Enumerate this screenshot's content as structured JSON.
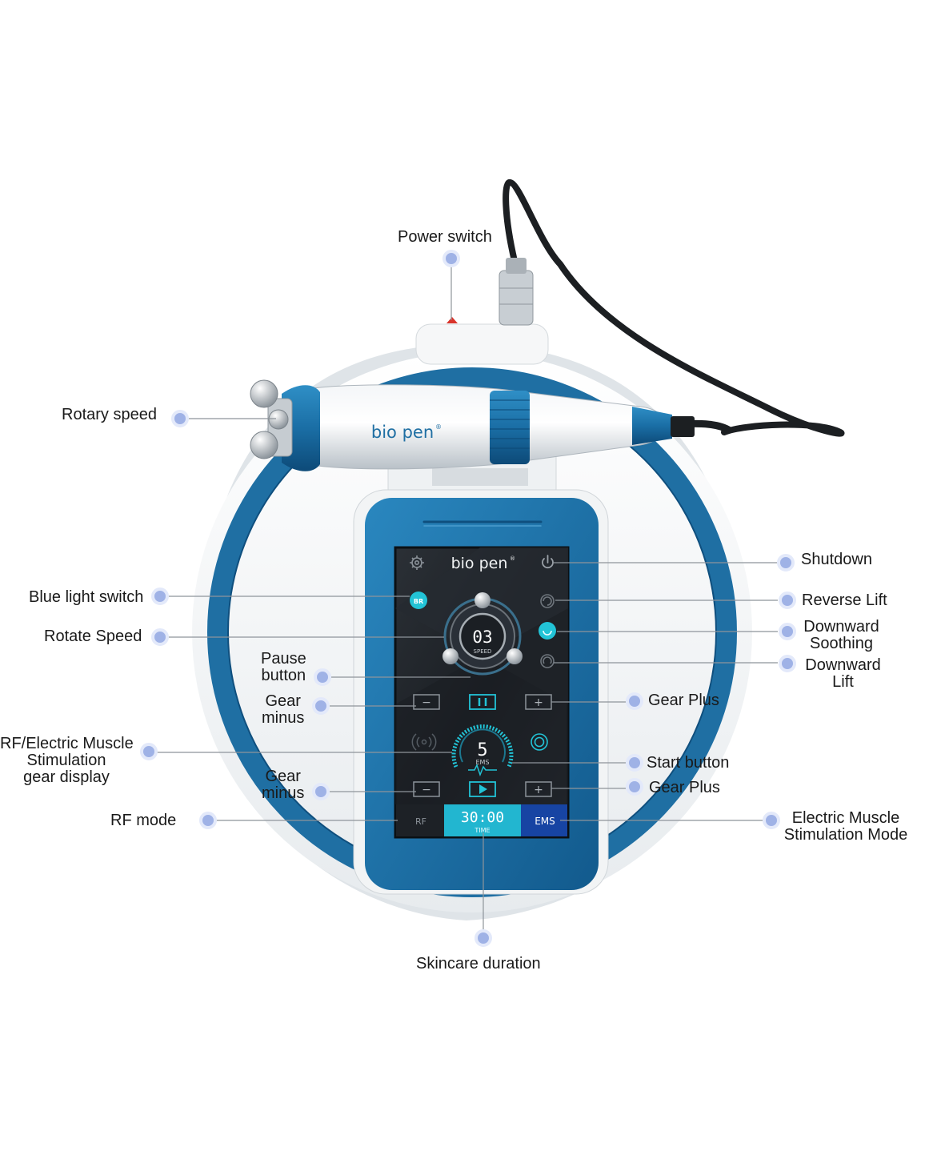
{
  "brand": {
    "handpiece_logo": "bio pen",
    "screen_logo": "bio pen",
    "trademark": "®"
  },
  "screen": {
    "blue_light_badge": "BR",
    "speed_value": "03",
    "speed_caption": "SPEED",
    "ems_value": "5",
    "ems_caption": "EMS",
    "minus_glyph": "−",
    "plus_glyph": "+",
    "rf_tab": "RF",
    "timer_value": "30:00",
    "timer_caption": "TIME",
    "ems_tab": "EMS"
  },
  "callouts": {
    "power_switch": "Power switch",
    "rotary_speed": "Rotary speed",
    "blue_light_switch": "Blue light switch",
    "rotate_speed": "Rotate Speed",
    "pause_button": [
      "Pause",
      "button"
    ],
    "gear_minus_1": [
      "Gear",
      "minus"
    ],
    "rf_ems_gear_display": [
      "RF/Electric Muscle",
      "Stimulation",
      "gear display"
    ],
    "gear_minus_2": [
      "Gear",
      "minus"
    ],
    "rf_mode": "RF mode",
    "shutdown": "Shutdown",
    "reverse_lift": "Reverse Lift",
    "downward_soothing": [
      "Downward",
      "Soothing"
    ],
    "downward_lift": [
      "Downward",
      "Lift"
    ],
    "gear_plus_1": "Gear Plus",
    "start_button": "Start button",
    "gear_plus_2": "Gear Plus",
    "ems_mode": [
      "Electric Muscle",
      "Stimulation Mode"
    ],
    "skincare_duration": "Skincare duration"
  },
  "colors": {
    "device_blue": "#1f6fa3",
    "dark_blue": "#0f4f7e",
    "accent_cyan": "#22c3d6",
    "leader_dot": "#9fb2e6",
    "screen_dark": "#1d2126"
  }
}
